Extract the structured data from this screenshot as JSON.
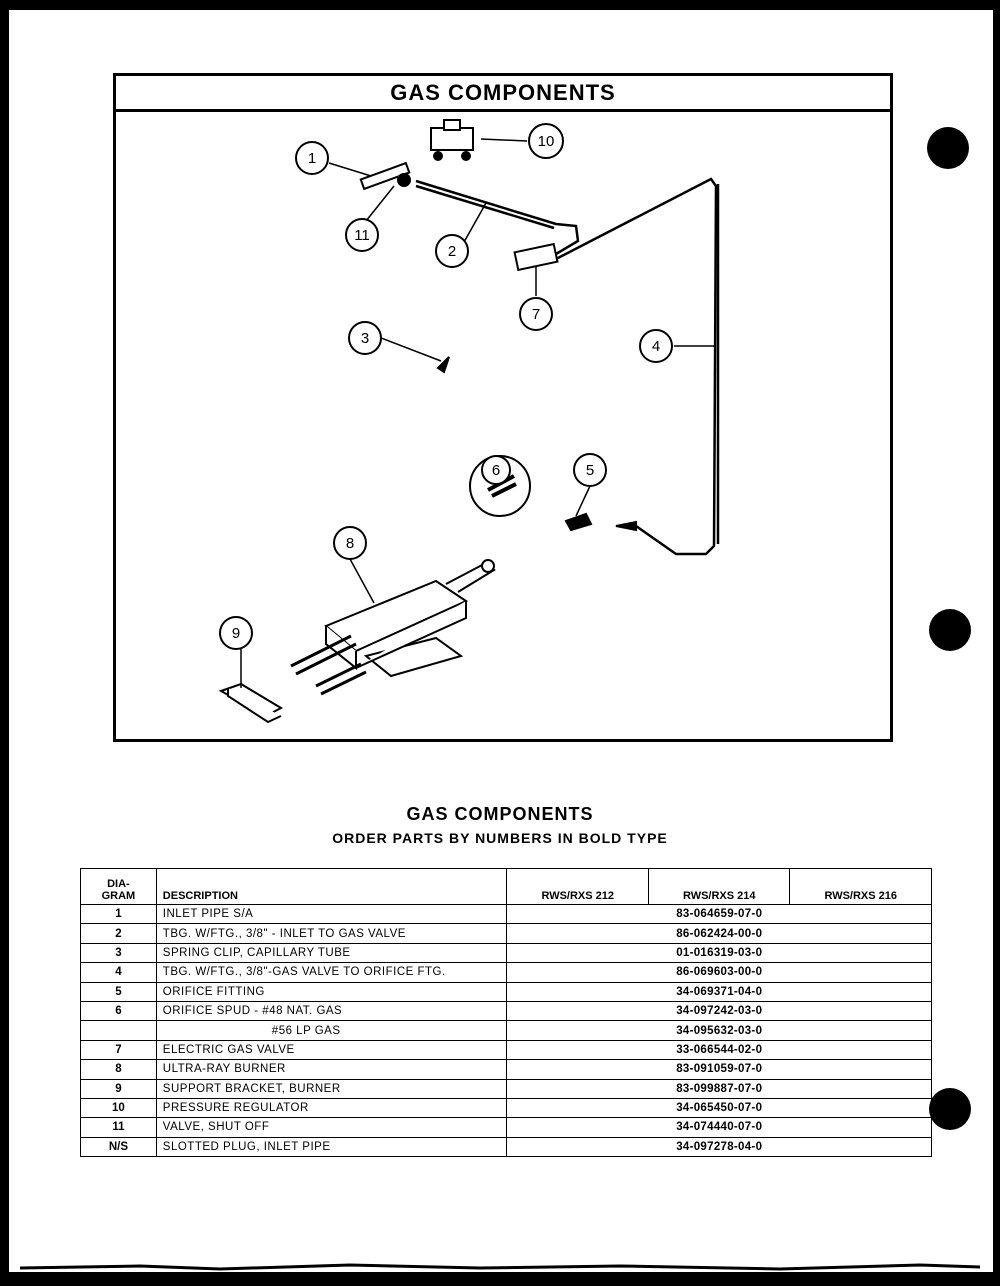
{
  "diagram": {
    "title": "GAS COMPONENTS",
    "callouts": [
      "1",
      "2",
      "3",
      "4",
      "5",
      "6",
      "7",
      "8",
      "9",
      "10",
      "11"
    ]
  },
  "parts_section": {
    "title": "GAS COMPONENTS",
    "subtitle": "ORDER PARTS BY NUMBERS IN BOLD TYPE"
  },
  "table": {
    "headers": {
      "diagram_line1": "DIA-",
      "diagram_line2": "GRAM",
      "description": "DESCRIPTION",
      "model_1": "RWS/RXS 212",
      "model_2": "RWS/RXS 214",
      "model_3": "RWS/RXS 216"
    },
    "rows": [
      {
        "diagram": "1",
        "description": "INLET PIPE S/A",
        "part_number": "83-064659-07-0"
      },
      {
        "diagram": "2",
        "description": "TBG. W/FTG., 3/8\" - INLET TO GAS VALVE",
        "part_number": "86-062424-00-0"
      },
      {
        "diagram": "3",
        "description": "SPRING CLIP, CAPILLARY TUBE",
        "part_number": "01-016319-03-0"
      },
      {
        "diagram": "4",
        "description": "TBG. W/FTG., 3/8\"-GAS VALVE TO ORIFICE FTG.",
        "part_number": "86-069603-00-0"
      },
      {
        "diagram": "5",
        "description": "ORIFICE FITTING",
        "part_number": "34-069371-04-0"
      },
      {
        "diagram": "6",
        "description": "ORIFICE SPUD - #48 NAT. GAS",
        "part_number": "34-097242-03-0"
      },
      {
        "diagram": "",
        "description": "#56 LP GAS",
        "part_number": "34-095632-03-0"
      },
      {
        "diagram": "7",
        "description": "ELECTRIC GAS VALVE",
        "part_number": "33-066544-02-0"
      },
      {
        "diagram": "8",
        "description": "ULTRA-RAY BURNER",
        "part_number": "83-091059-07-0"
      },
      {
        "diagram": "9",
        "description": "SUPPORT BRACKET, BURNER",
        "part_number": "83-099887-07-0"
      },
      {
        "diagram": "10",
        "description": "PRESSURE REGULATOR",
        "part_number": "34-065450-07-0"
      },
      {
        "diagram": "11",
        "description": "VALVE, SHUT OFF",
        "part_number": "34-074440-07-0"
      },
      {
        "diagram": "N/S",
        "description": "SLOTTED PLUG, INLET PIPE",
        "part_number": "34-097278-04-0"
      }
    ]
  }
}
